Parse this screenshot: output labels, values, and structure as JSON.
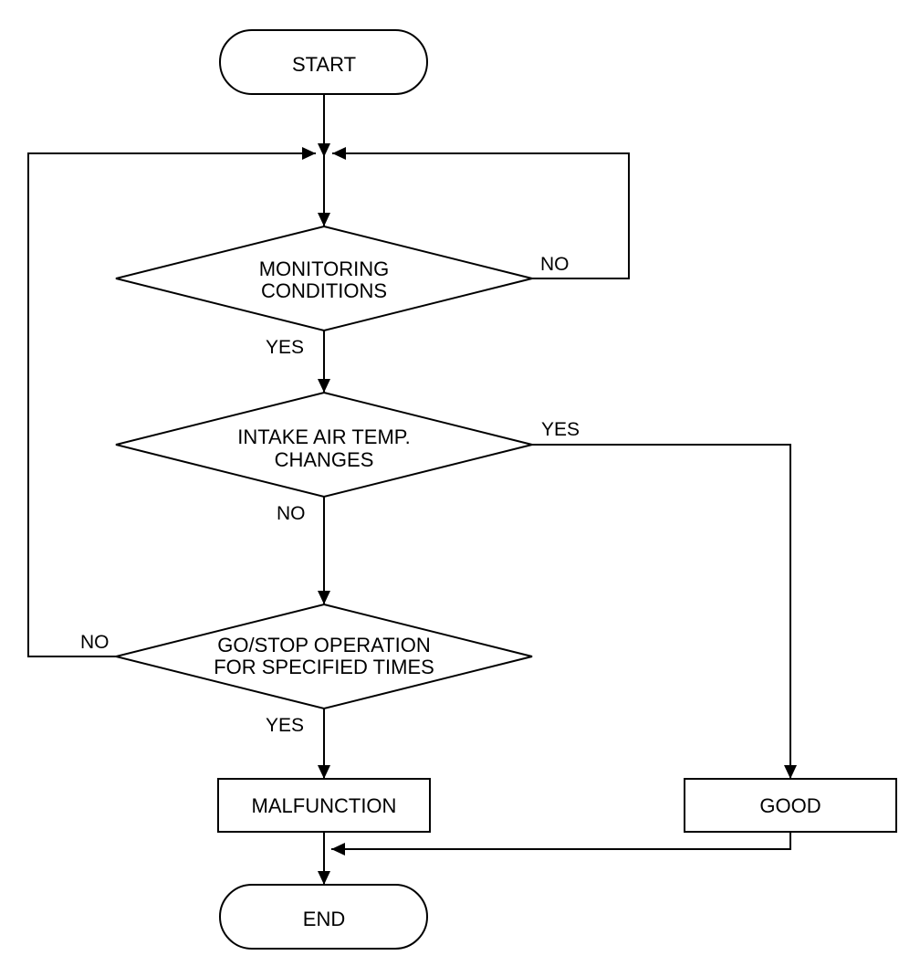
{
  "nodes": {
    "start": "START",
    "monitoring": [
      "MONITORING",
      "CONDITIONS"
    ],
    "intake": [
      "INTAKE AIR TEMP.",
      "CHANGES"
    ],
    "gostop": [
      "GO/STOP OPERATION",
      "FOR SPECIFIED TIMES"
    ],
    "malfunction": "MALFUNCTION",
    "good": "GOOD",
    "end": "END"
  },
  "edges": {
    "monitoring_no": "NO",
    "monitoring_yes": "YES",
    "intake_yes": "YES",
    "intake_no": "NO",
    "gostop_no": "NO",
    "gostop_yes": "YES"
  }
}
